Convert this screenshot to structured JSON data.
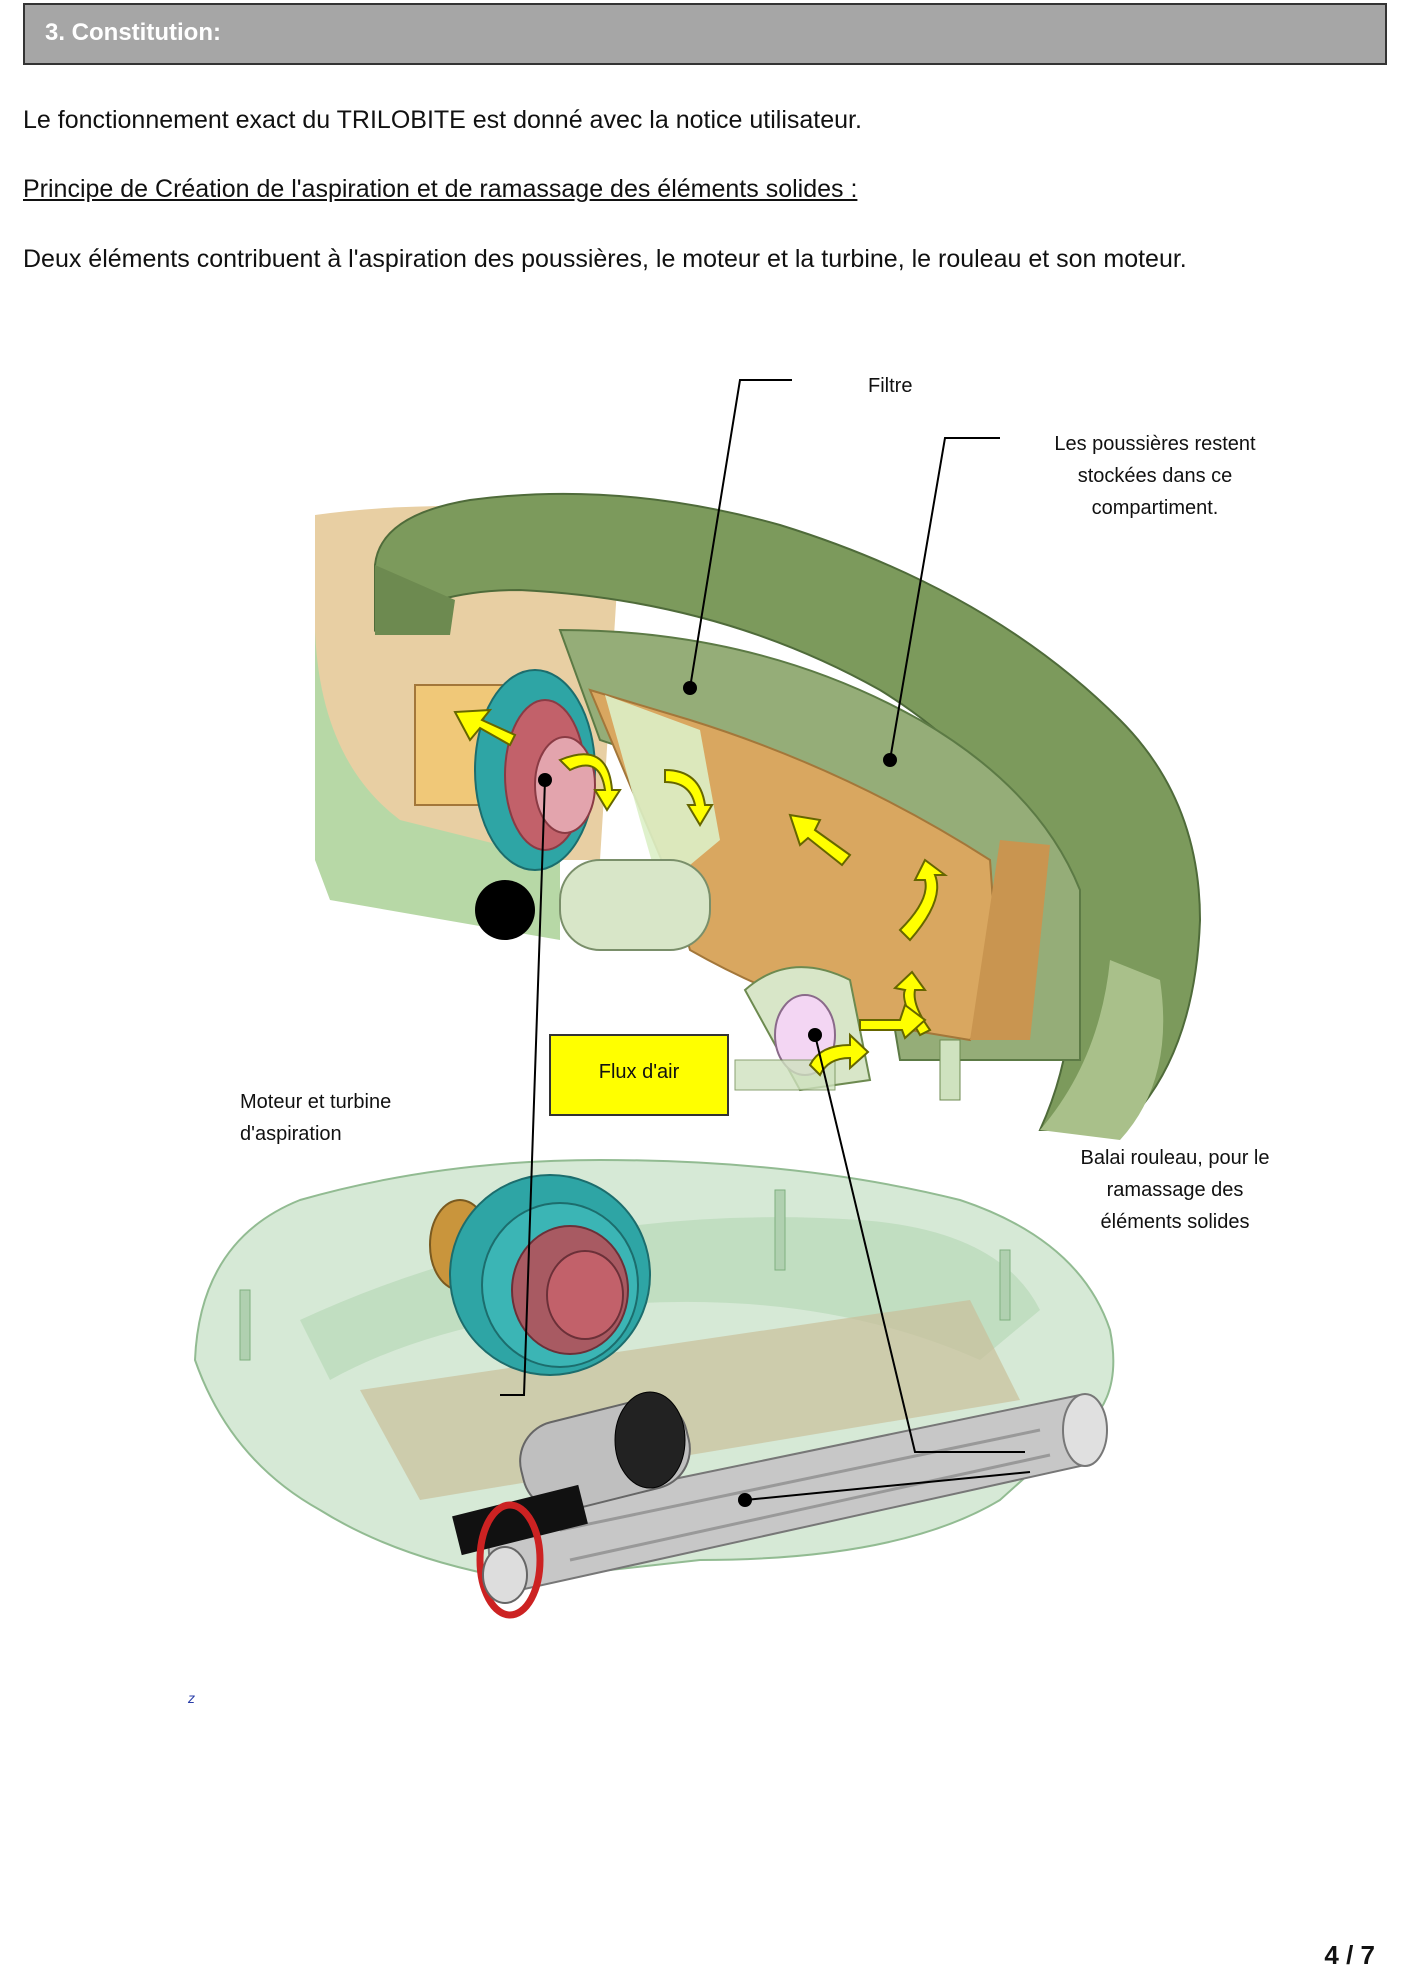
{
  "header": {
    "title": "3. Constitution:"
  },
  "paragraphs": {
    "intro": "Le fonctionnement exact du TRILOBITE est donné avec la notice utilisateur.",
    "principle": "Principe de Création de l'aspiration et de ramassage des éléments solides :",
    "description": "Deux éléments contribuent à l'aspiration des poussières, le moteur et la turbine, le rouleau et son moteur."
  },
  "figure": {
    "labels": {
      "filtre": "Filtre",
      "dust_line1": "Les poussières restent",
      "dust_line2": "stockées dans  ce",
      "dust_line3": "compartiment.",
      "motor_line1": "Moteur et turbine",
      "motor_line2": "d'aspiration",
      "roller_line1": "Balai rouleau, pour le",
      "roller_line2": "ramassage des",
      "roller_line3": "éléments solides",
      "flux": "Flux d'air"
    },
    "small_mark": "z"
  },
  "footer": {
    "page": "4 / 7"
  },
  "colors": {
    "header_bg": "#a6a6a6",
    "shell_green": "#7c9a5c",
    "filter_tan": "#d9a760",
    "turbine_teal": "#2ea5a5",
    "turbine_red": "#c2616a",
    "arrow_yellow": "#ffff00",
    "flux_box": "#ffff00",
    "transparent_green": "#cfe6cf"
  }
}
